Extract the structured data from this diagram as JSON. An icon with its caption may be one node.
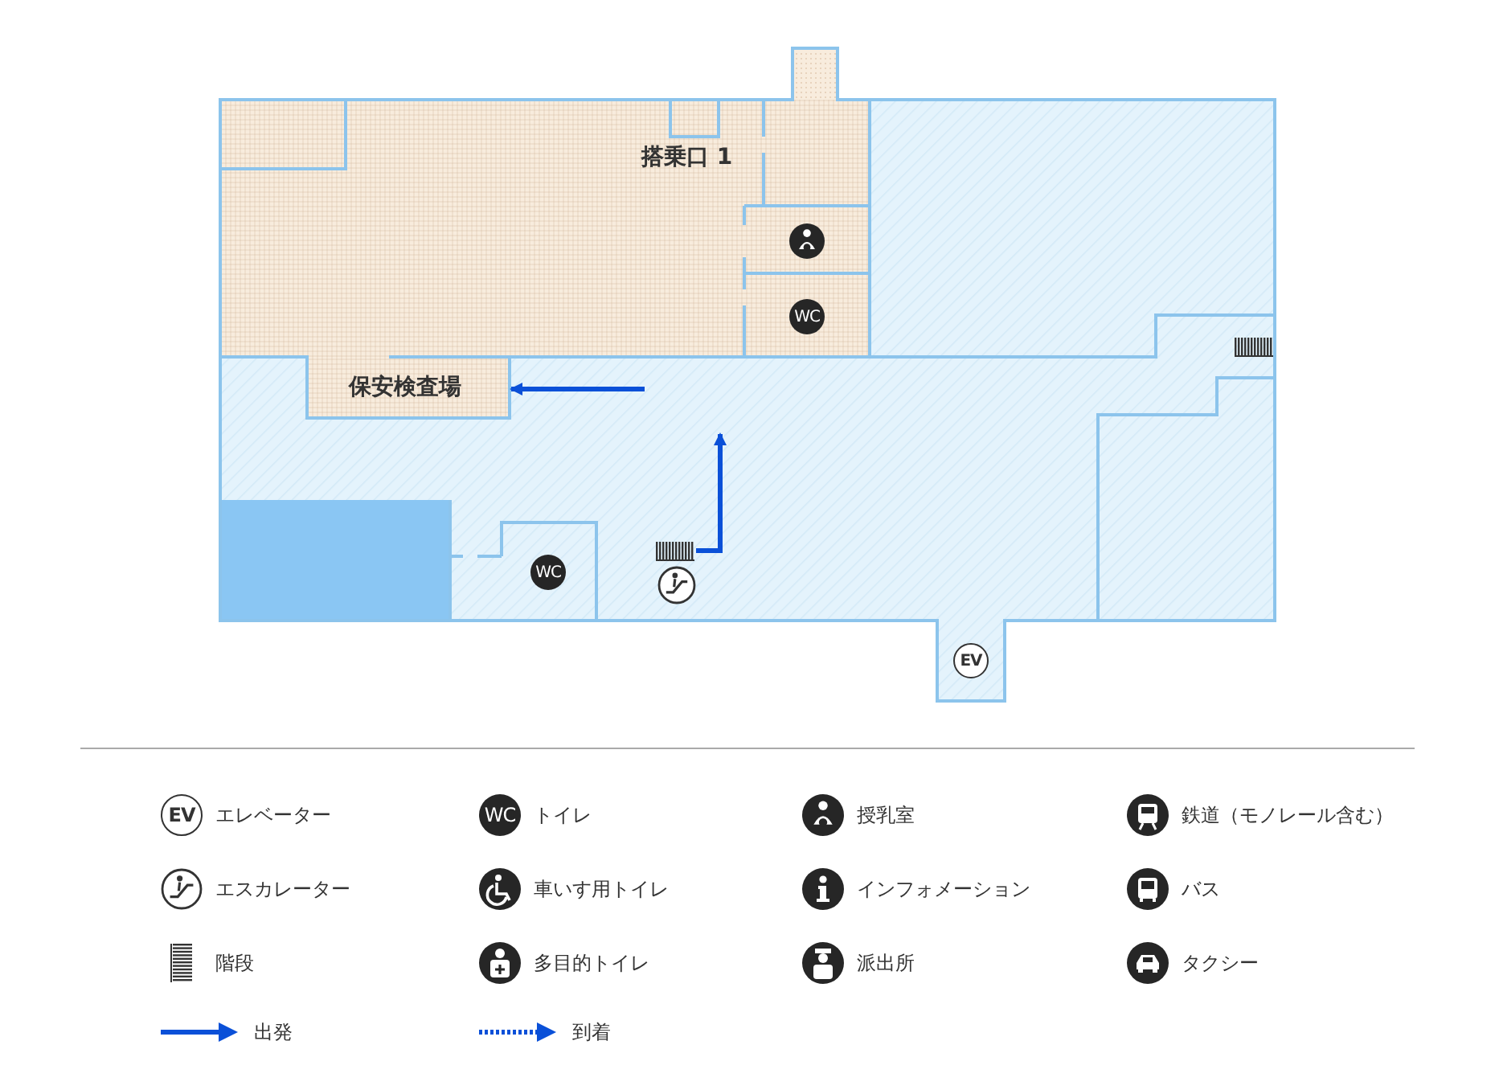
{
  "diagram": {
    "nodes": [
      {
        "text": [
          "搭乗口 1"
        ]
      },
      {
        "text": [
          "保安検査場"
        ]
      },
      {
        "text": [],
        "shape": "picture"
      }
    ],
    "edges": [
      {
        "from": null,
        "to": 1,
        "arrow": "to"
      },
      {
        "from": 2,
        "to": null,
        "arrow": "to"
      }
    ],
    "labels": [
      "WC",
      "WC",
      "EV",
      "EV",
      "WC"
    ],
    "legend": [
      {
        "text": "エレベーター"
      },
      {
        "text": "トイレ"
      },
      {
        "text": "授乳室"
      },
      {
        "text": "鉄道（モノレール含む）"
      },
      {
        "text": "エスカレーター"
      },
      {
        "text": "車いす用トイレ"
      },
      {
        "text": "インフォメーション"
      },
      {
        "text": "バス"
      },
      {
        "text": "階段"
      },
      {
        "text": "多目的トイレ"
      },
      {
        "text": "派出所"
      },
      {
        "text": "タクシー"
      },
      {
        "text": "出発"
      },
      {
        "text": "到着"
      }
    ]
  }
}
